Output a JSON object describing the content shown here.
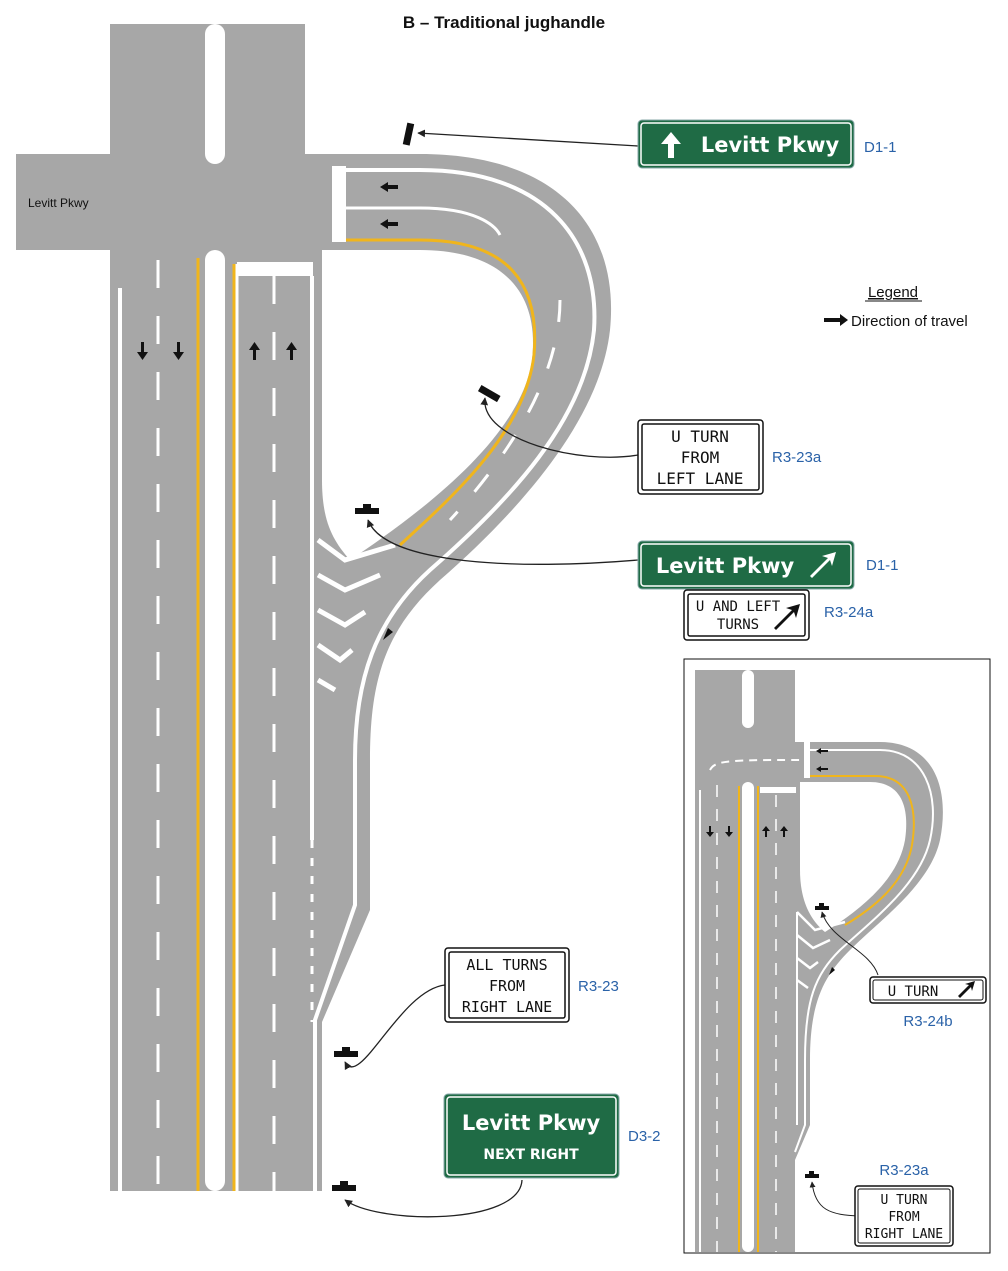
{
  "title": "B – Traditional jughandle",
  "road_label": "Levitt Pkwy",
  "legend": {
    "heading": "Legend",
    "item": "Direction of travel"
  },
  "signs": {
    "d1_1_top": {
      "text": "Levitt Pkwy",
      "code": "D1-1"
    },
    "r3_23a": {
      "line1": "U TURN",
      "line2": "FROM",
      "line3": "LEFT LANE",
      "code": "R3-23a"
    },
    "d1_1_mid": {
      "text": "Levitt Pkwy",
      "code": "D1-1"
    },
    "r3_24a": {
      "line1": "U AND LEFT",
      "line2": "TURNS",
      "code": "R3-24a"
    },
    "r3_23": {
      "line1": "ALL TURNS",
      "line2": "FROM",
      "line3": "RIGHT LANE",
      "code": "R3-23"
    },
    "d3_2": {
      "line1": "Levitt Pkwy",
      "line2": "NEXT RIGHT",
      "code": "D3-2"
    },
    "inset_r3_24b": {
      "text": "U TURN",
      "code": "R3-24b"
    },
    "inset_r3_23a": {
      "line1": "U TURN",
      "line2": "FROM",
      "line3": "RIGHT LANE",
      "code": "R3-23a"
    }
  },
  "colors": {
    "pavement": "#a7a7a7",
    "sign_green": "#1f6b45",
    "code_blue": "#2a62a8",
    "yellow_line": "#f0b51c"
  }
}
